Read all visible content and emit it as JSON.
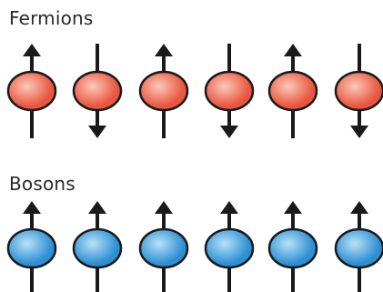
{
  "fermions": {
    "title": "Fermions",
    "spins": [
      "up",
      "down",
      "up",
      "down",
      "up",
      "down"
    ],
    "color_fill": "#e9553f",
    "color_highlight": "#fbc9b8"
  },
  "bosons": {
    "title": "Bosons",
    "spins": [
      "up",
      "up",
      "up",
      "up",
      "up",
      "up"
    ],
    "color_fill": "#2c8fd2",
    "color_highlight": "#b9e2f8"
  },
  "outline_color": "#1a1a1a"
}
